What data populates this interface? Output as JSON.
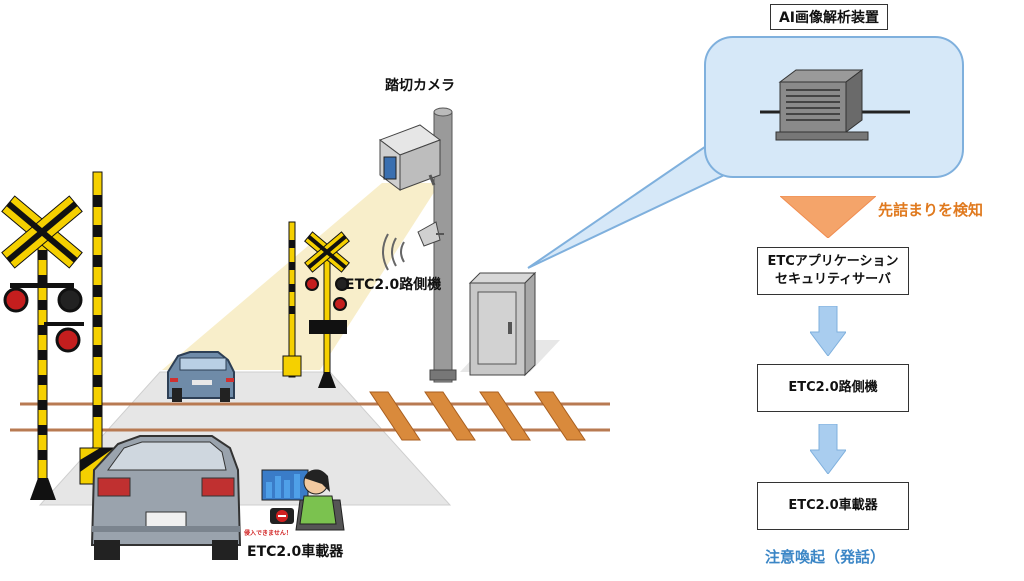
{
  "diagram": {
    "ai_device_title": "AI画像解析装置",
    "camera_label": "踏切カメラ",
    "roadside_unit_label": "ETC2.0路側機",
    "detection_label": "先詰まりを検知",
    "flow_boxes": [
      "ETCアプリケーション\nセキュリティサーバ",
      "ETC2.0路側機",
      "ETC2.0車載器"
    ],
    "alert_label": "注意喚起（発話）",
    "onboard_unit_label": "ETC2.0車載器",
    "warning_text": "侵入できません！"
  },
  "colors": {
    "bubble_fill": "#d6e8f8",
    "bubble_border": "#7fb0dd",
    "detect_arrow": "#f4a46a",
    "flow_arrow": "#a9cdef",
    "rail_ties": "#d98a3c",
    "crossing_yellow": "#f5d000",
    "camera_beam": "#f7ecc4",
    "road_gray": "#e6e6e6",
    "car_gray": "#9aa3ad",
    "car_blue": "#6f8ba8"
  }
}
